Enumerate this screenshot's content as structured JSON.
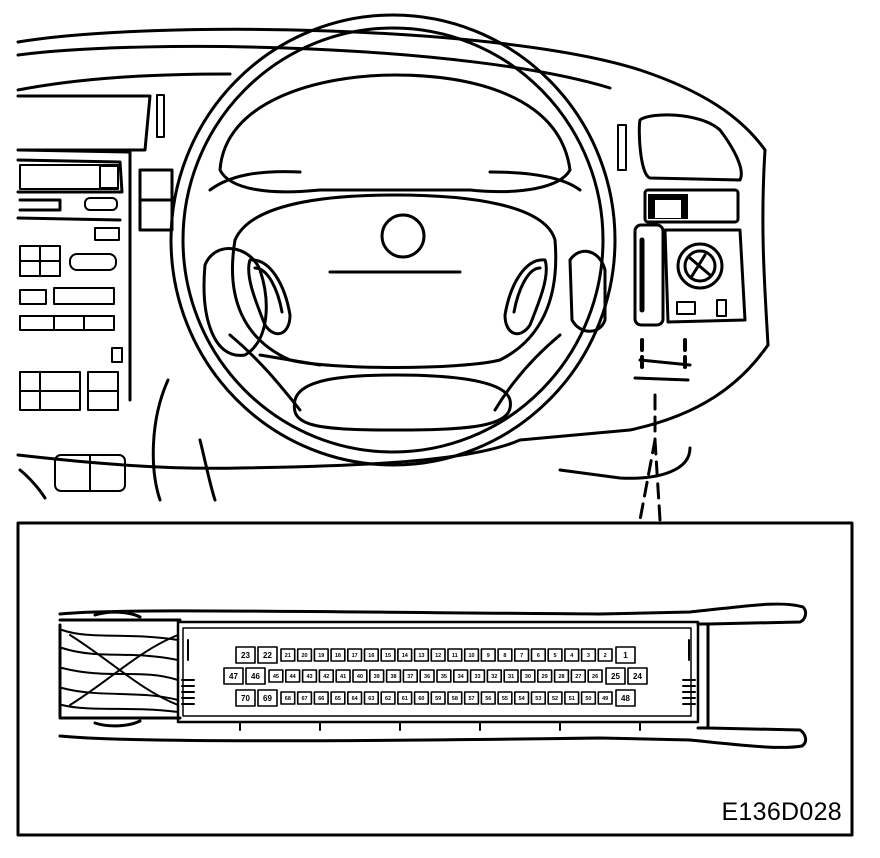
{
  "figure_code": "E136D028",
  "connector": {
    "top_row": [
      "23",
      "22",
      "21",
      "20",
      "19",
      "18",
      "17",
      "16",
      "15",
      "14",
      "13",
      "12",
      "11",
      "10",
      "9",
      "8",
      "7",
      "6",
      "5",
      "4",
      "3",
      "2",
      "1"
    ],
    "middle_row": [
      "47",
      "46",
      "45",
      "44",
      "43",
      "42",
      "41",
      "40",
      "39",
      "38",
      "37",
      "36",
      "35",
      "34",
      "33",
      "32",
      "31",
      "30",
      "29",
      "28",
      "27",
      "26",
      "25",
      "24"
    ],
    "bottom_row": [
      "70",
      "69",
      "68",
      "67",
      "66",
      "65",
      "64",
      "63",
      "62",
      "61",
      "60",
      "59",
      "58",
      "57",
      "56",
      "55",
      "54",
      "53",
      "52",
      "51",
      "50",
      "49",
      "48"
    ]
  }
}
